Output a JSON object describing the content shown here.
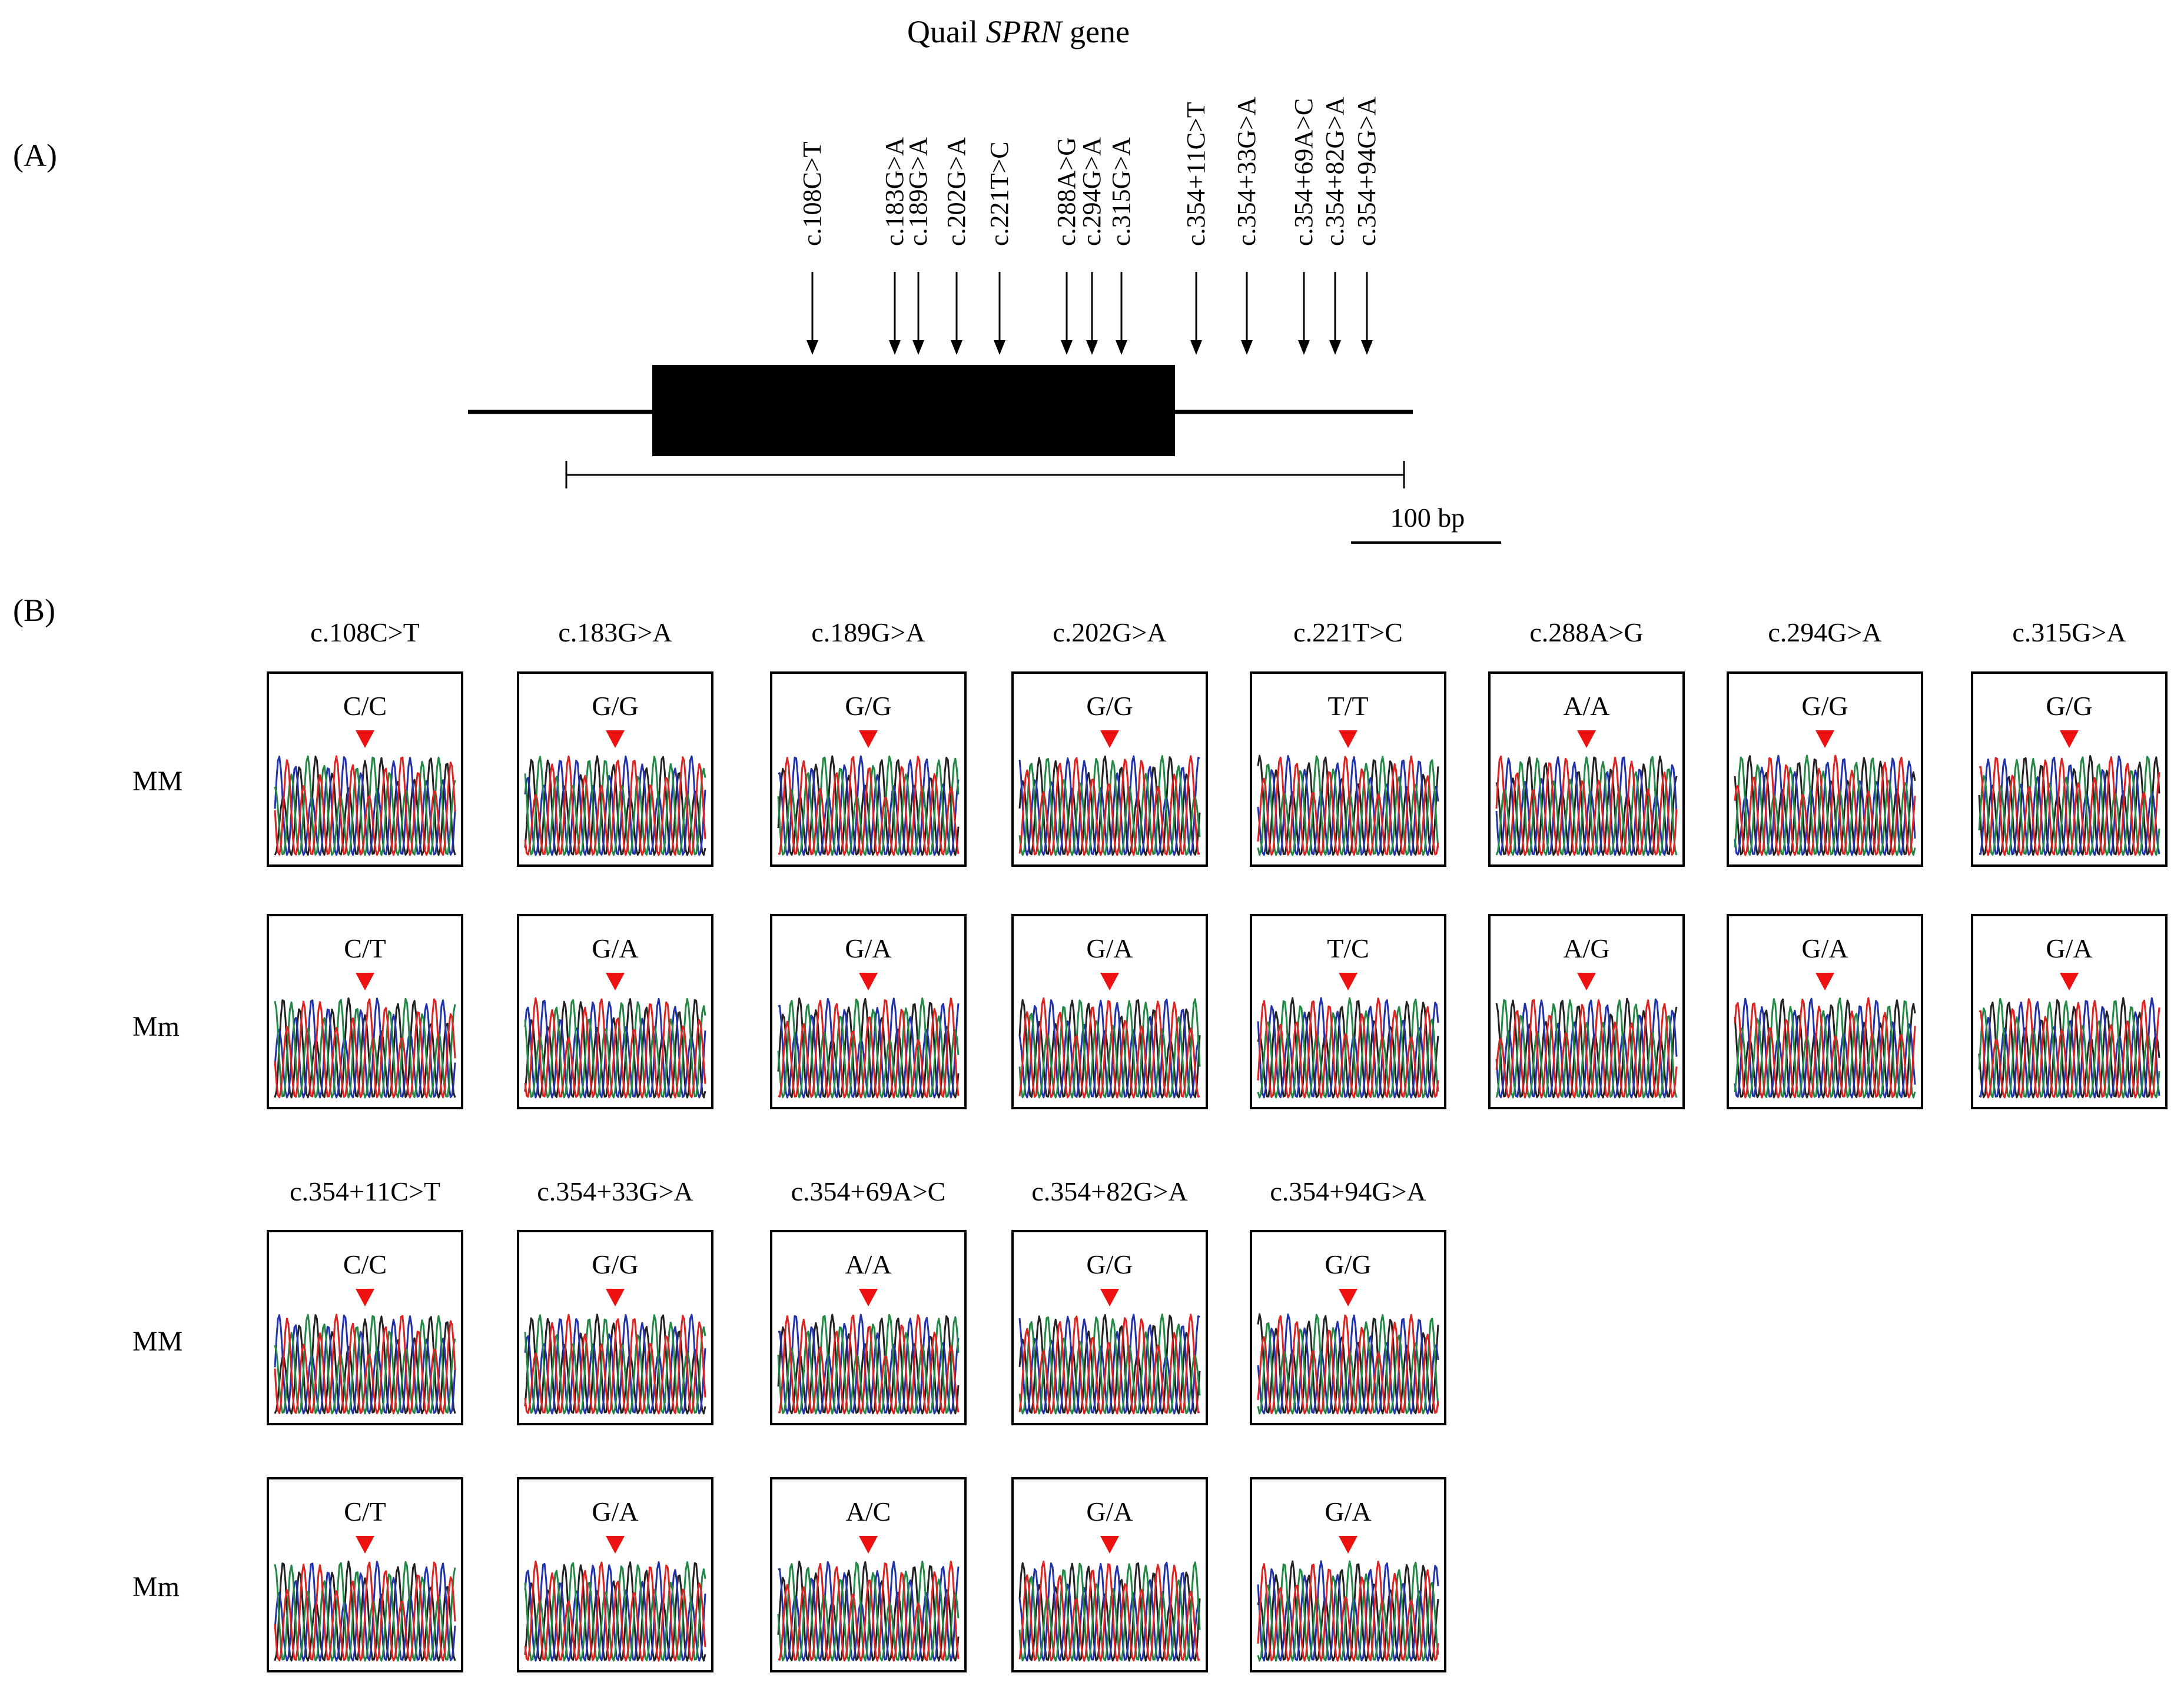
{
  "figure": {
    "title_prefix": "Quail ",
    "title_gene": "SPRN",
    "title_suffix": " gene",
    "panel_a_label": "(A)",
    "panel_b_label": "(B)",
    "scale_label": "100 bp"
  },
  "snps": [
    {
      "id": "c.108C>T",
      "MM": "C/C",
      "Mm": "C/T"
    },
    {
      "id": "c.183G>A",
      "MM": "G/G",
      "Mm": "G/A"
    },
    {
      "id": "c.189G>A",
      "MM": "G/G",
      "Mm": "G/A"
    },
    {
      "id": "c.202G>A",
      "MM": "G/G",
      "Mm": "G/A"
    },
    {
      "id": "c.221T>C",
      "MM": "T/T",
      "Mm": "T/C"
    },
    {
      "id": "c.288A>G",
      "MM": "A/A",
      "Mm": "A/G"
    },
    {
      "id": "c.294G>A",
      "MM": "G/G",
      "Mm": "G/A"
    },
    {
      "id": "c.315G>A",
      "MM": "G/G",
      "Mm": "G/A"
    },
    {
      "id": "c.354+11C>T",
      "MM": "C/C",
      "Mm": "C/T"
    },
    {
      "id": "c.354+33G>A",
      "MM": "G/G",
      "Mm": "G/A"
    },
    {
      "id": "c.354+69A>C",
      "MM": "A/A",
      "Mm": "A/C"
    },
    {
      "id": "c.354+82G>A",
      "MM": "G/G",
      "Mm": "G/A"
    },
    {
      "id": "c.354+94G>A",
      "MM": "G/G",
      "Mm": "G/A"
    }
  ],
  "genotype_labels": [
    "MM",
    "Mm"
  ],
  "colors": {
    "marker": "#ee1111",
    "trace_a": "#228844",
    "trace_c": "#2233aa",
    "trace_g": "#222222",
    "trace_t": "#dd2222"
  }
}
